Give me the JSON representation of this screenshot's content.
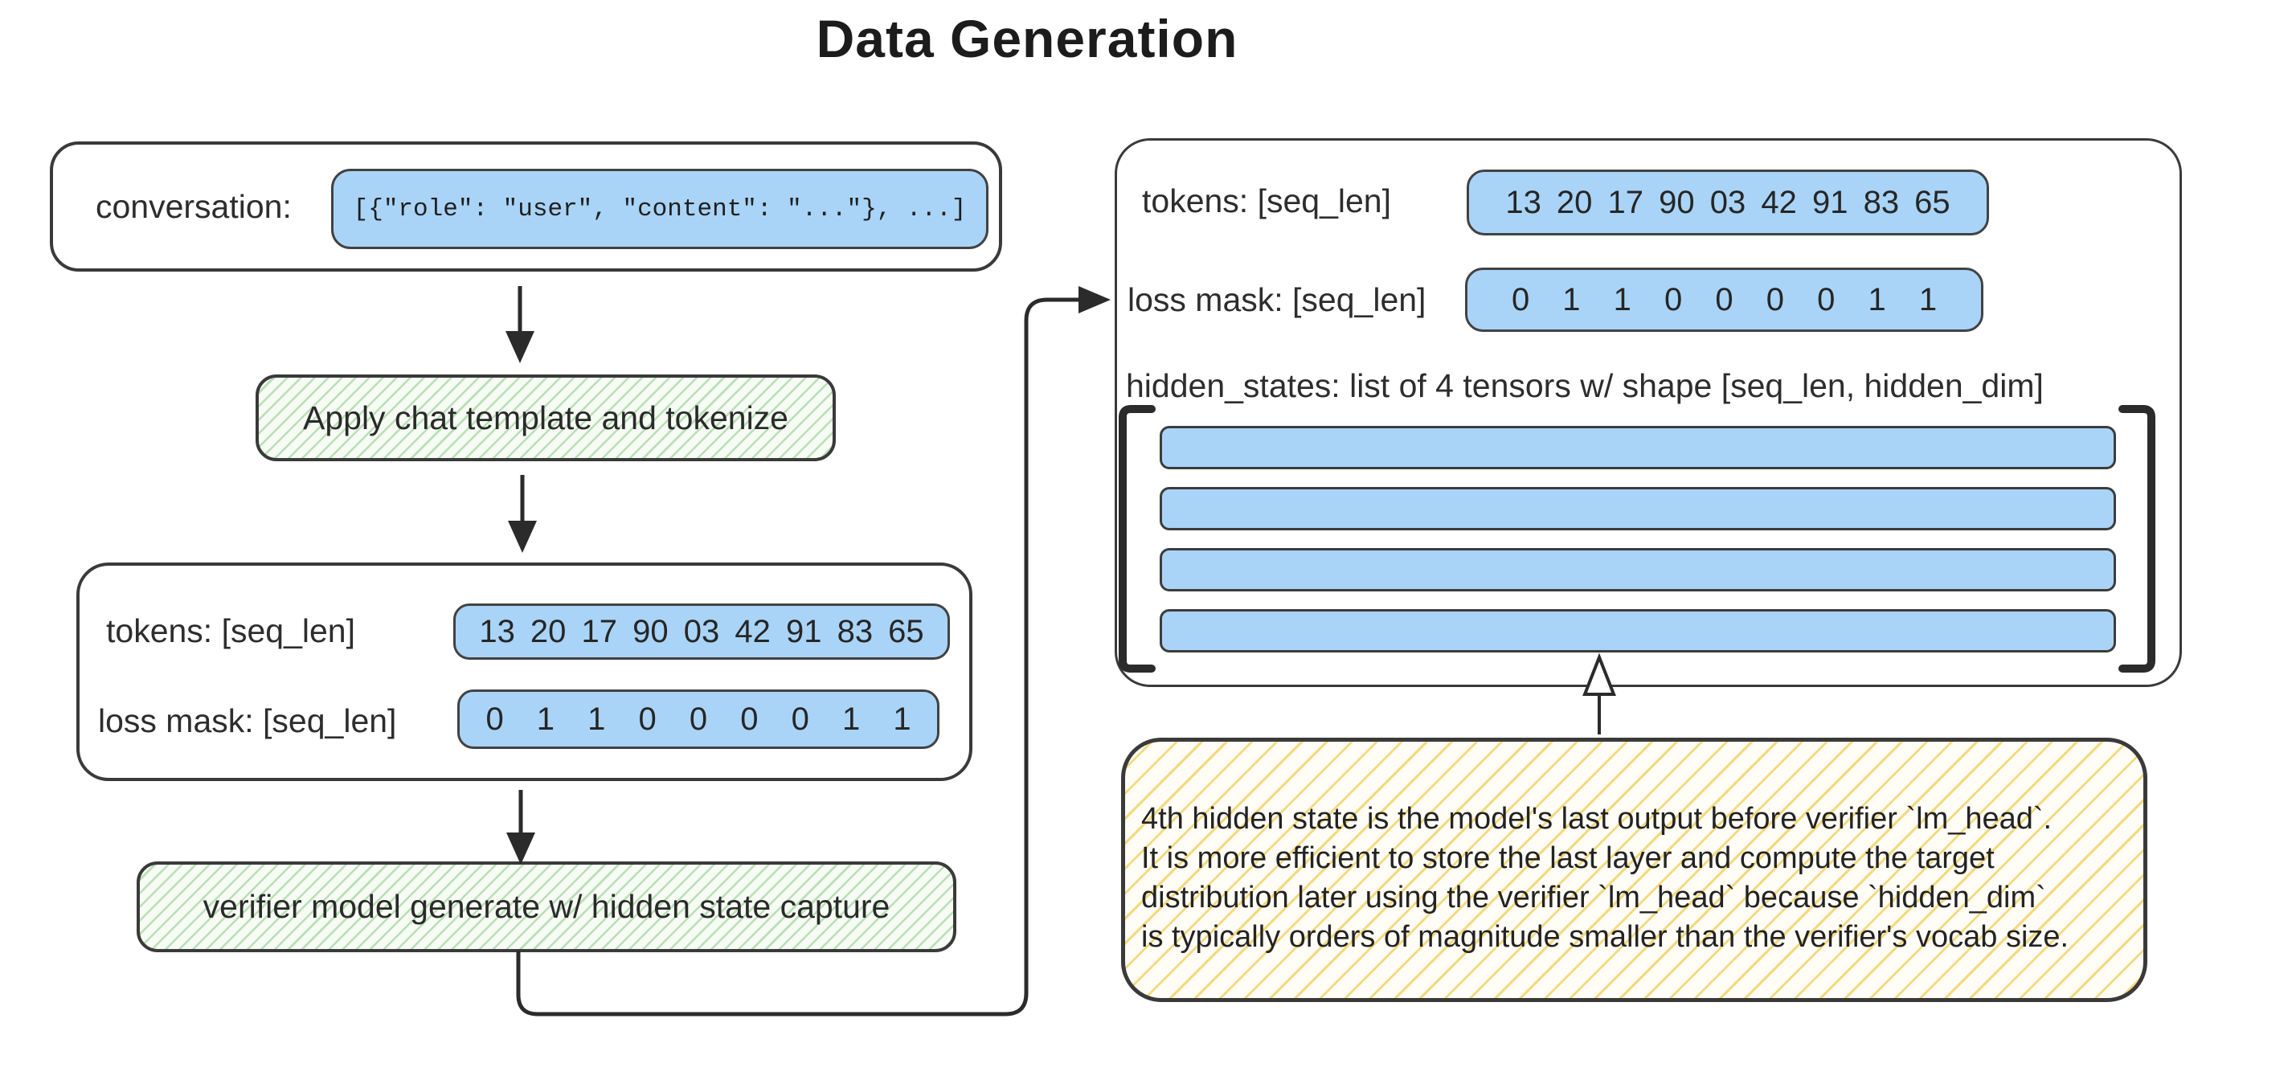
{
  "title": "Data Generation",
  "colors": {
    "tensor_fill": "#a9d4f7",
    "process_fill": "#f6fbf3",
    "process_hatch": "#7dc37d",
    "note_fill": "#fffdf6",
    "note_hatch": "#f2d060",
    "stroke": "#3a3a3a"
  },
  "left_flow": {
    "conversation_label": "conversation:",
    "conversation_code": "[{\"role\": \"user\", \"content\": \"...\"}, ...]",
    "step_tokenize": "Apply chat template and tokenize",
    "tokens_label": "tokens: [seq_len]",
    "tokens_values": "13 20 17 90 03 42 91 83 65",
    "loss_mask_label": "loss mask: [seq_len]",
    "loss_mask_values": "0 1 1 0 0 0 0 1 1",
    "step_generate": "verifier model generate w/ hidden state capture"
  },
  "right_panel": {
    "tokens_label": "tokens: [seq_len]",
    "tokens_values": "13 20 17 90 03 42 91 83 65",
    "loss_mask_label": "loss mask: [seq_len]",
    "loss_mask_values": "0 1 1 0 0 0 0 1 1",
    "hidden_states_label": "hidden_states: list of 4 tensors w/ shape [seq_len, hidden_dim]",
    "tensor_count": 4
  },
  "note": {
    "lines": [
      "4th hidden state is the model's last output before verifier `lm_head`.",
      "It is more efficient to store the last layer and compute the target",
      "distribution later using the verifier `lm_head` because `hidden_dim`",
      "is typically orders of magnitude smaller than the verifier's vocab size."
    ]
  }
}
